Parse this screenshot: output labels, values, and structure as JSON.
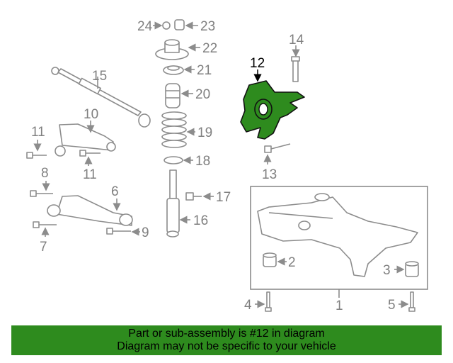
{
  "callouts": {
    "c1": "1",
    "c2": "2",
    "c3": "3",
    "c4": "4",
    "c5": "5",
    "c6": "6",
    "c7": "7",
    "c8": "8",
    "c9": "9",
    "c10": "10",
    "c11a": "11",
    "c11b": "11",
    "c12": "12",
    "c13": "13",
    "c14": "14",
    "c15": "15",
    "c16": "16",
    "c17": "17",
    "c18": "18",
    "c19": "19",
    "c20": "20",
    "c21": "21",
    "c22": "22",
    "c23": "23",
    "c24": "24"
  },
  "colors": {
    "highlight": "#2e8b1e",
    "banner": "#2e8b1e",
    "line": "#8c8c8c"
  },
  "banner": {
    "line1": "Part or sub-assembly is #12 in diagram",
    "line2": "Diagram may not be specific to your vehicle"
  }
}
